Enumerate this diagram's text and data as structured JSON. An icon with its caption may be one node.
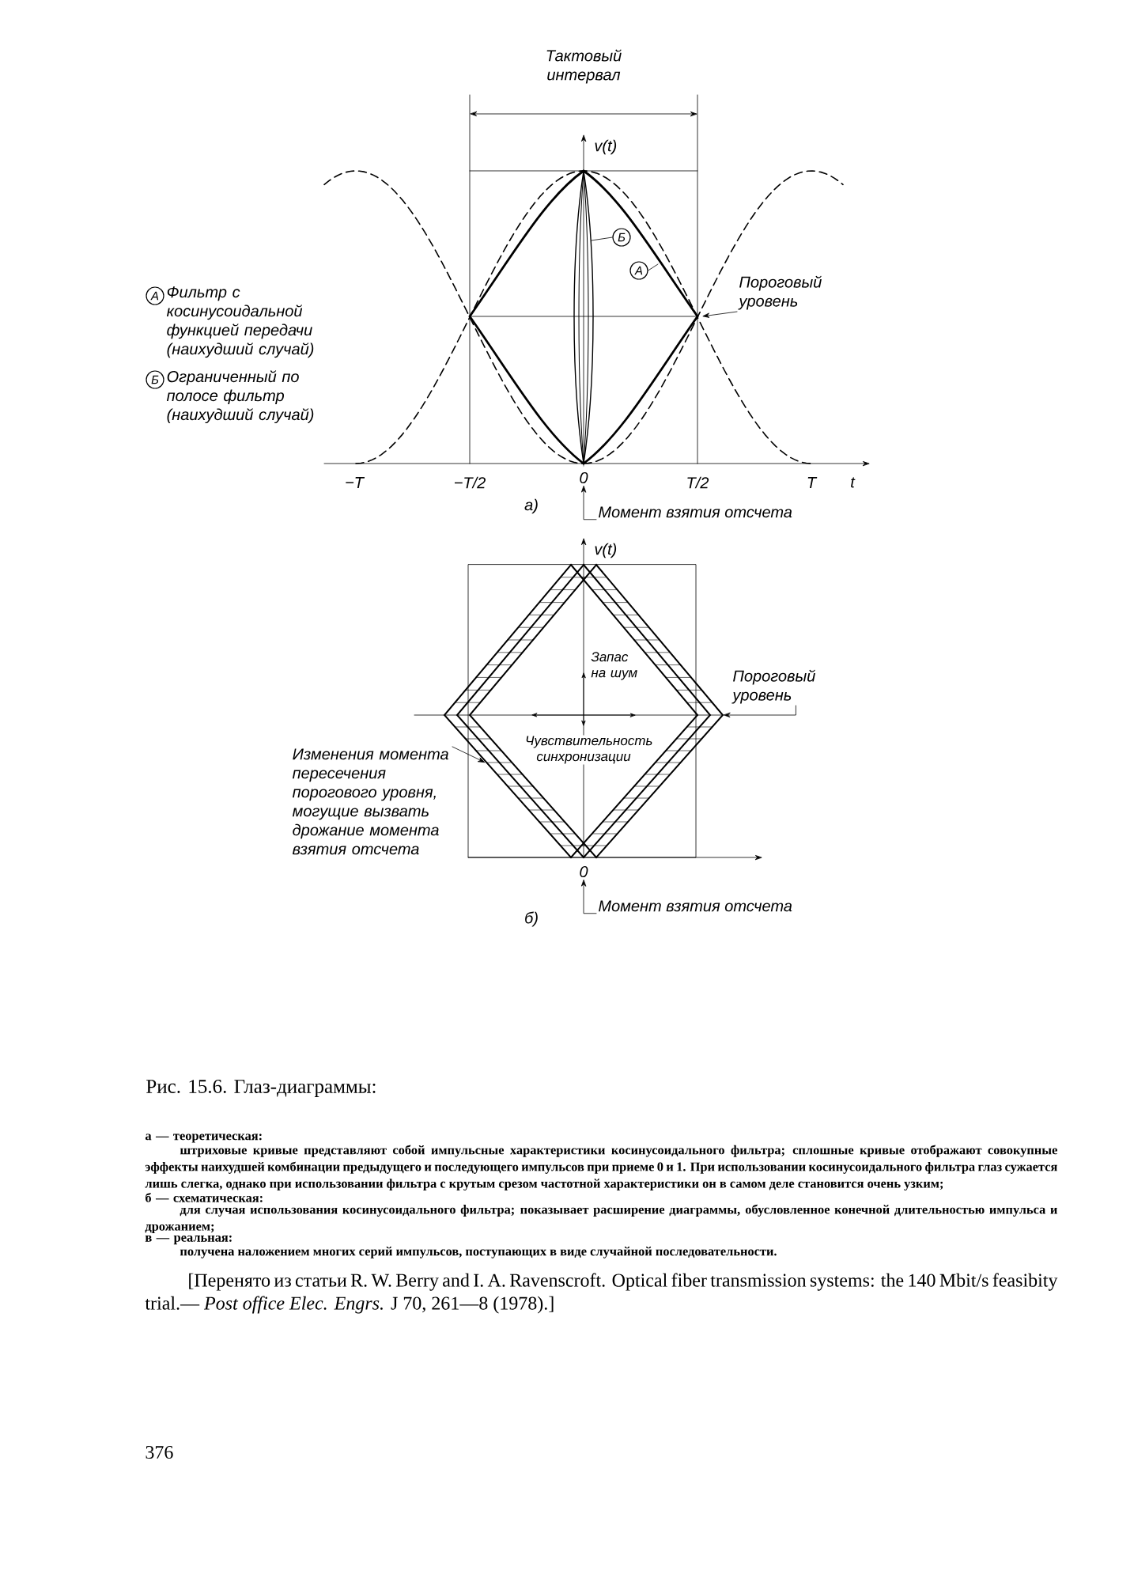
{
  "diagram": {
    "caption": "Рис. 15.6. Глаз-диаграммы:",
    "nodes": [
      {
        "text": [
          "Б"
        ]
      },
      {
        "text": [
          "А"
        ]
      },
      {
        "text": [
          "Пороговый уровень"
        ]
      },
      {
        "text": [
          "А"
        ],
        "beside": [
          "Фильтр с косинусоидальной функцией передачи (наихудший случай)"
        ]
      },
      {
        "text": [
          "Б"
        ],
        "beside": [
          "Ограниченный по полосе фильтр (наихудший случай)"
        ]
      },
      {
        "text": [
          "Момент взятия отсчета"
        ]
      },
      {
        "text": [
          "Пороговый уровень"
        ]
      },
      {
        "text": [
          "Изменения момента пересечения порогового уровня, могущие вызвать дрожание момента взятия отсчета"
        ]
      },
      {
        "text": [
          "Момент взятия отсчета"
        ]
      },
      {
        "text": [
          "0"
        ]
      },
      {
        "text": [
          "0"
        ]
      },
      {
        "text": [],
        "shape": "picture"
      }
    ],
    "edges": [
      {
        "from": 0,
        "to": null,
        "arrow": "none"
      },
      {
        "from": 1,
        "to": null,
        "arrow": "none"
      },
      {
        "from": 2,
        "to": null,
        "arrow": "to"
      },
      {
        "from": 5,
        "to": 9,
        "arrow": "to"
      },
      {
        "from": 6,
        "to": 11,
        "arrow": "to"
      },
      {
        "from": 7,
        "to": 11,
        "arrow": "to"
      },
      {
        "from": 8,
        "to": 10,
        "arrow": "to"
      }
    ],
    "labels": [
      "Тактовый интервал",
      "v(t)",
      "−T",
      "−T/2",
      "T/2",
      "T",
      "t",
      "а)",
      "v(t)",
      "Запас на шум",
      "Чувствительность синхронизации",
      "б)",
      "а — теоретическая:",
      "штриховые кривые представляют собой импульсные характеристики косинусоидального фильтра; сплошные кривые отображают совокупные эффекты наихудшей комбинации предыдущего и последующего импульсов при приеме 0 и 1. При использовании косинусоидального фильтра глаз сужается лишь слегка, однако при использовании фильтра с крутым срезом частотной характеристики он в самом деле становится очень узким;",
      "б — схематическая:",
      "для случая использования косинусоидального фильтра; показывает расширение диаграммы, обусловленное конечной длительностью импульса и дрожанием;",
      "в — реальная:",
      "получена наложением многих серий импульсов, поступающих в виде случайной последовательности.",
      "[Перенято из статьи R. W. Berry and I. A. Ravenscroft. Optical fiber transmission systems: the 140 Mbit/s feasibity trial.— *Post office Elec. Engrs.* J 70, 261—8 (1978).]",
      "376"
    ]
  }
}
